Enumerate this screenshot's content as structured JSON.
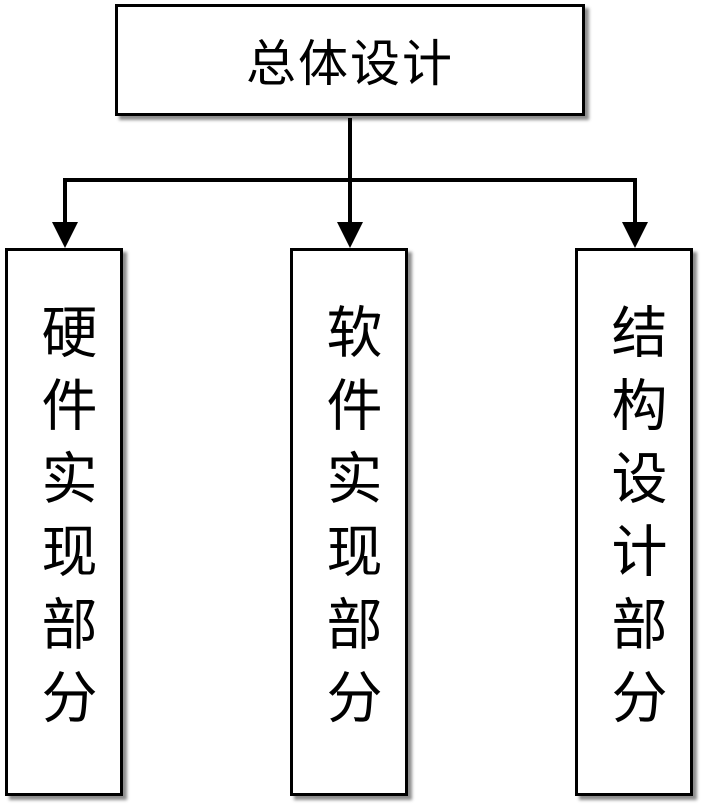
{
  "diagram": {
    "root": {
      "label": "总体设计"
    },
    "children": [
      {
        "id": "hardware",
        "label": "硬件实现部分"
      },
      {
        "id": "software",
        "label": "软件实现部分"
      },
      {
        "id": "structure",
        "label": "结构设计部分"
      }
    ],
    "colors": {
      "stroke": "#000000",
      "fill": "#ffffff",
      "shadow": "#737373"
    }
  }
}
